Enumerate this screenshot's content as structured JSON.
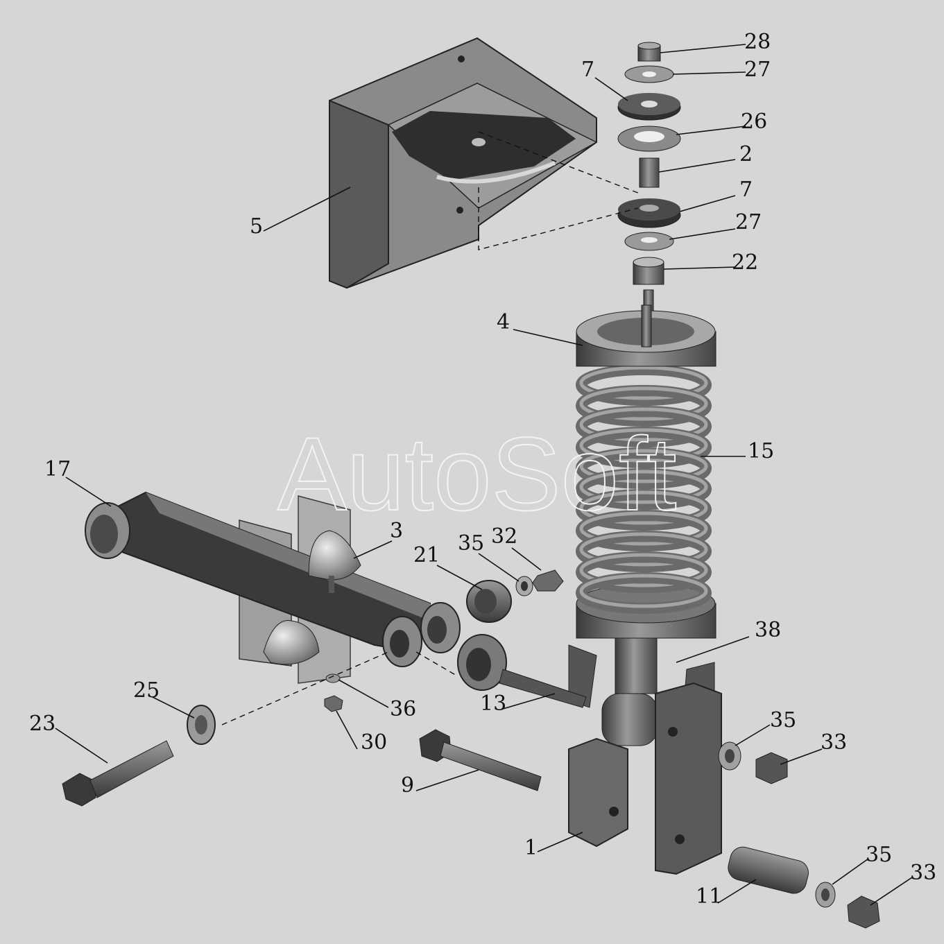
{
  "watermark": "AutoSoft",
  "colors": {
    "background": "#d6d6d6",
    "part_dark": "#3c3c3c",
    "part_mid": "#6e6e6e",
    "part_light": "#a8a8a8"
  },
  "labels": {
    "l28": "28",
    "l27a": "27",
    "l7a": "7",
    "l26": "26",
    "l2": "2",
    "l7b": "7",
    "l27b": "27",
    "l22": "22",
    "l5": "5",
    "l4": "4",
    "l15": "15",
    "l17": "17",
    "l3": "3",
    "l21": "21",
    "l35a": "35",
    "l32": "32",
    "l38": "38",
    "l25": "25",
    "l36": "36",
    "l13": "13",
    "l23": "23",
    "l30": "30",
    "l9": "9",
    "l35b": "35",
    "l33a": "33",
    "l1": "1",
    "l11": "11",
    "l35c": "35",
    "l33b": "33"
  }
}
